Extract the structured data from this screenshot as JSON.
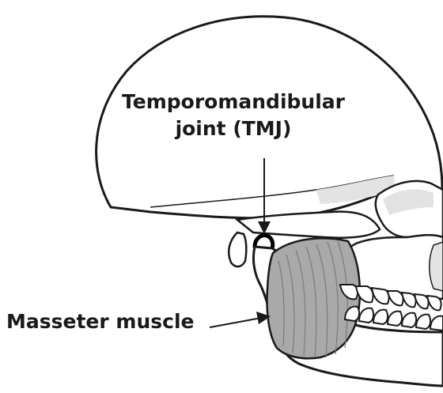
{
  "diagram": {
    "labels": {
      "tmj_line1": "Temporomandibular",
      "tmj_line2": "joint (TMJ)",
      "masseter": "Masseter muscle"
    },
    "colors": {
      "outline": "#1a1a1a",
      "bone_fill": "#ffffff",
      "shade": "#e3e3e3",
      "muscle_fill": "#a9a9a9",
      "muscle_fiber": "#7a7a7a"
    }
  }
}
